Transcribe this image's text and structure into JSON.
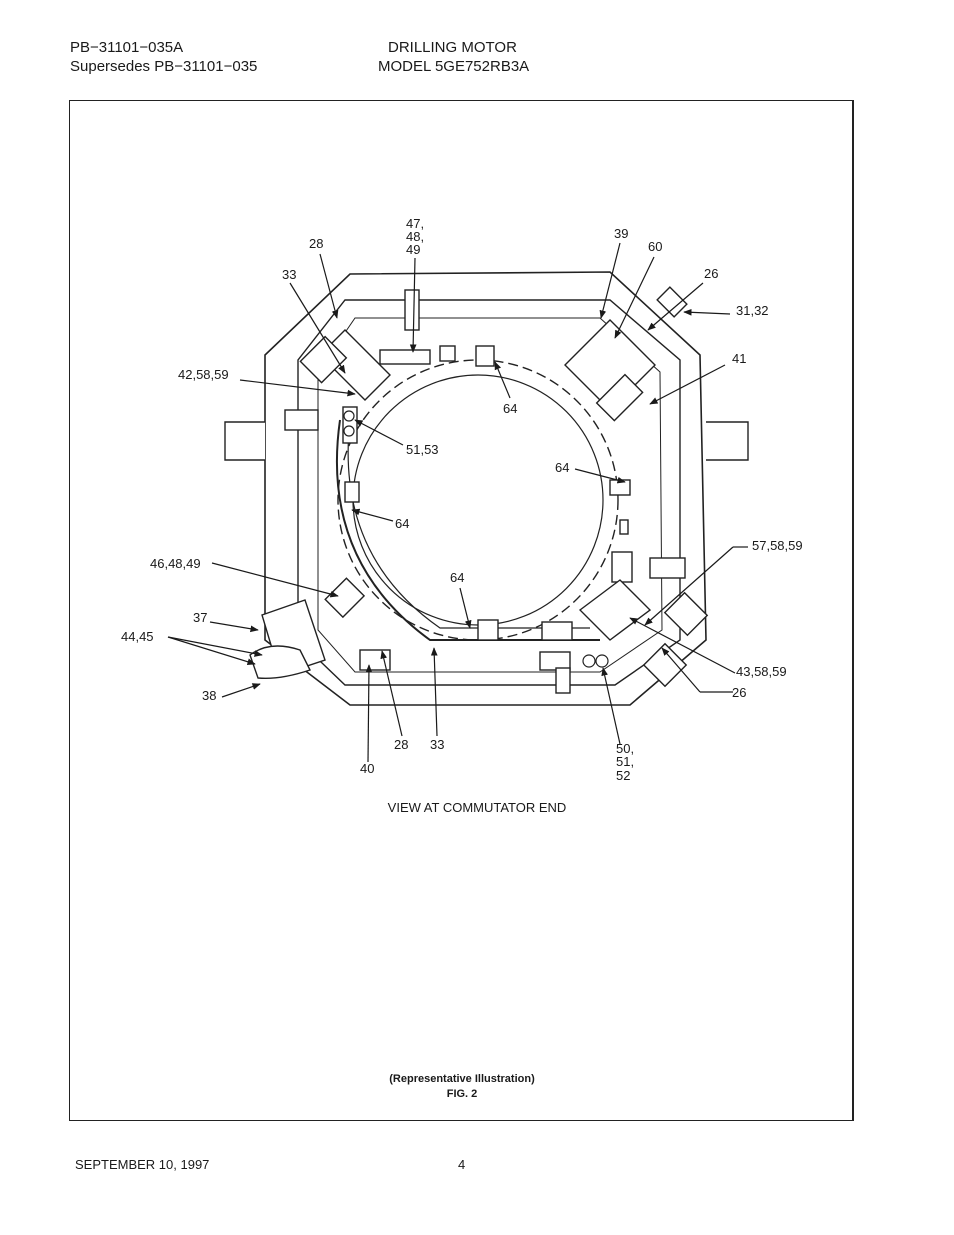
{
  "header": {
    "doc_number": "PB−31101−035A",
    "supersedes": "Supersedes PB−31101−035",
    "title": "DRILLING MOTOR",
    "model": "MODEL 5GE752RB3A"
  },
  "callouts": {
    "c47_l1": "47,",
    "c47_l2": "48,",
    "c47_l3": "49",
    "c28_top": "28",
    "c33_top": "33",
    "c39": "39",
    "c60": "60",
    "c26_top": "26",
    "c31_32": "31,32",
    "c41": "41",
    "c42_58_59": "42,58,59",
    "c64_a": "64",
    "c51_53": "51,53",
    "c64_b": "64",
    "c64_c": "64",
    "c57_58_59": "57,58,59",
    "c46_48_49": "46,48,49",
    "c64_d": "64",
    "c37": "37",
    "c44_45": "44,45",
    "c43_58_59": "43,58,59",
    "c26_bottom": "26",
    "c38": "38",
    "c28_bottom": "28",
    "c33_bottom": "33",
    "c40": "40",
    "c50_l1": "50,",
    "c50_l2": "51,",
    "c50_l3": "52"
  },
  "view_caption": "VIEW AT COMMUTATOR END",
  "figure": {
    "note": "(Representative Illustration)",
    "label": "FIG. 2"
  },
  "footer": {
    "date": "SEPTEMBER 10, 1997",
    "page": "4"
  }
}
